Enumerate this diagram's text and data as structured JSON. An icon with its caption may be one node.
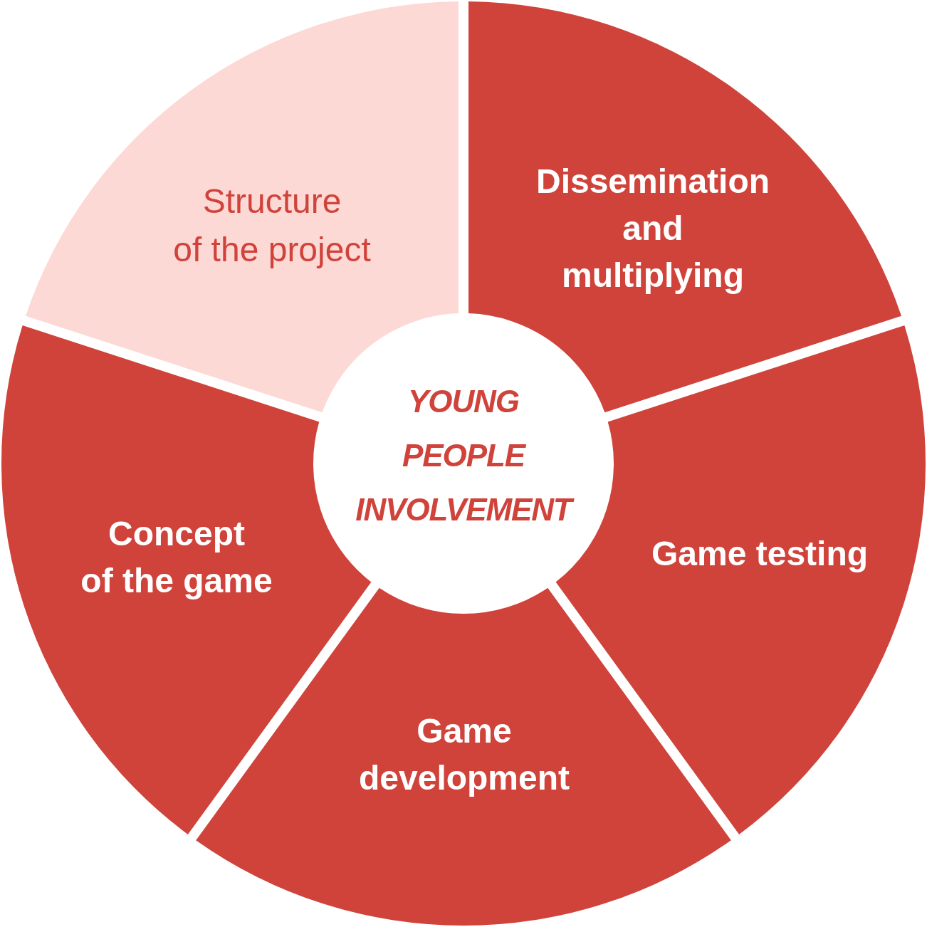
{
  "diagram": {
    "nodes": [
      {
        "text": [
          "Structure of the project"
        ]
      },
      {
        "text": [
          "Dissemination and multiplying"
        ]
      },
      {
        "text": [
          "YOUNG PEOPLE INVOLVEMENT"
        ]
      },
      {
        "text": [
          "Concept of the game"
        ]
      },
      {
        "text": [
          "Game testing"
        ]
      },
      {
        "text": [
          "Game development"
        ]
      }
    ]
  }
}
